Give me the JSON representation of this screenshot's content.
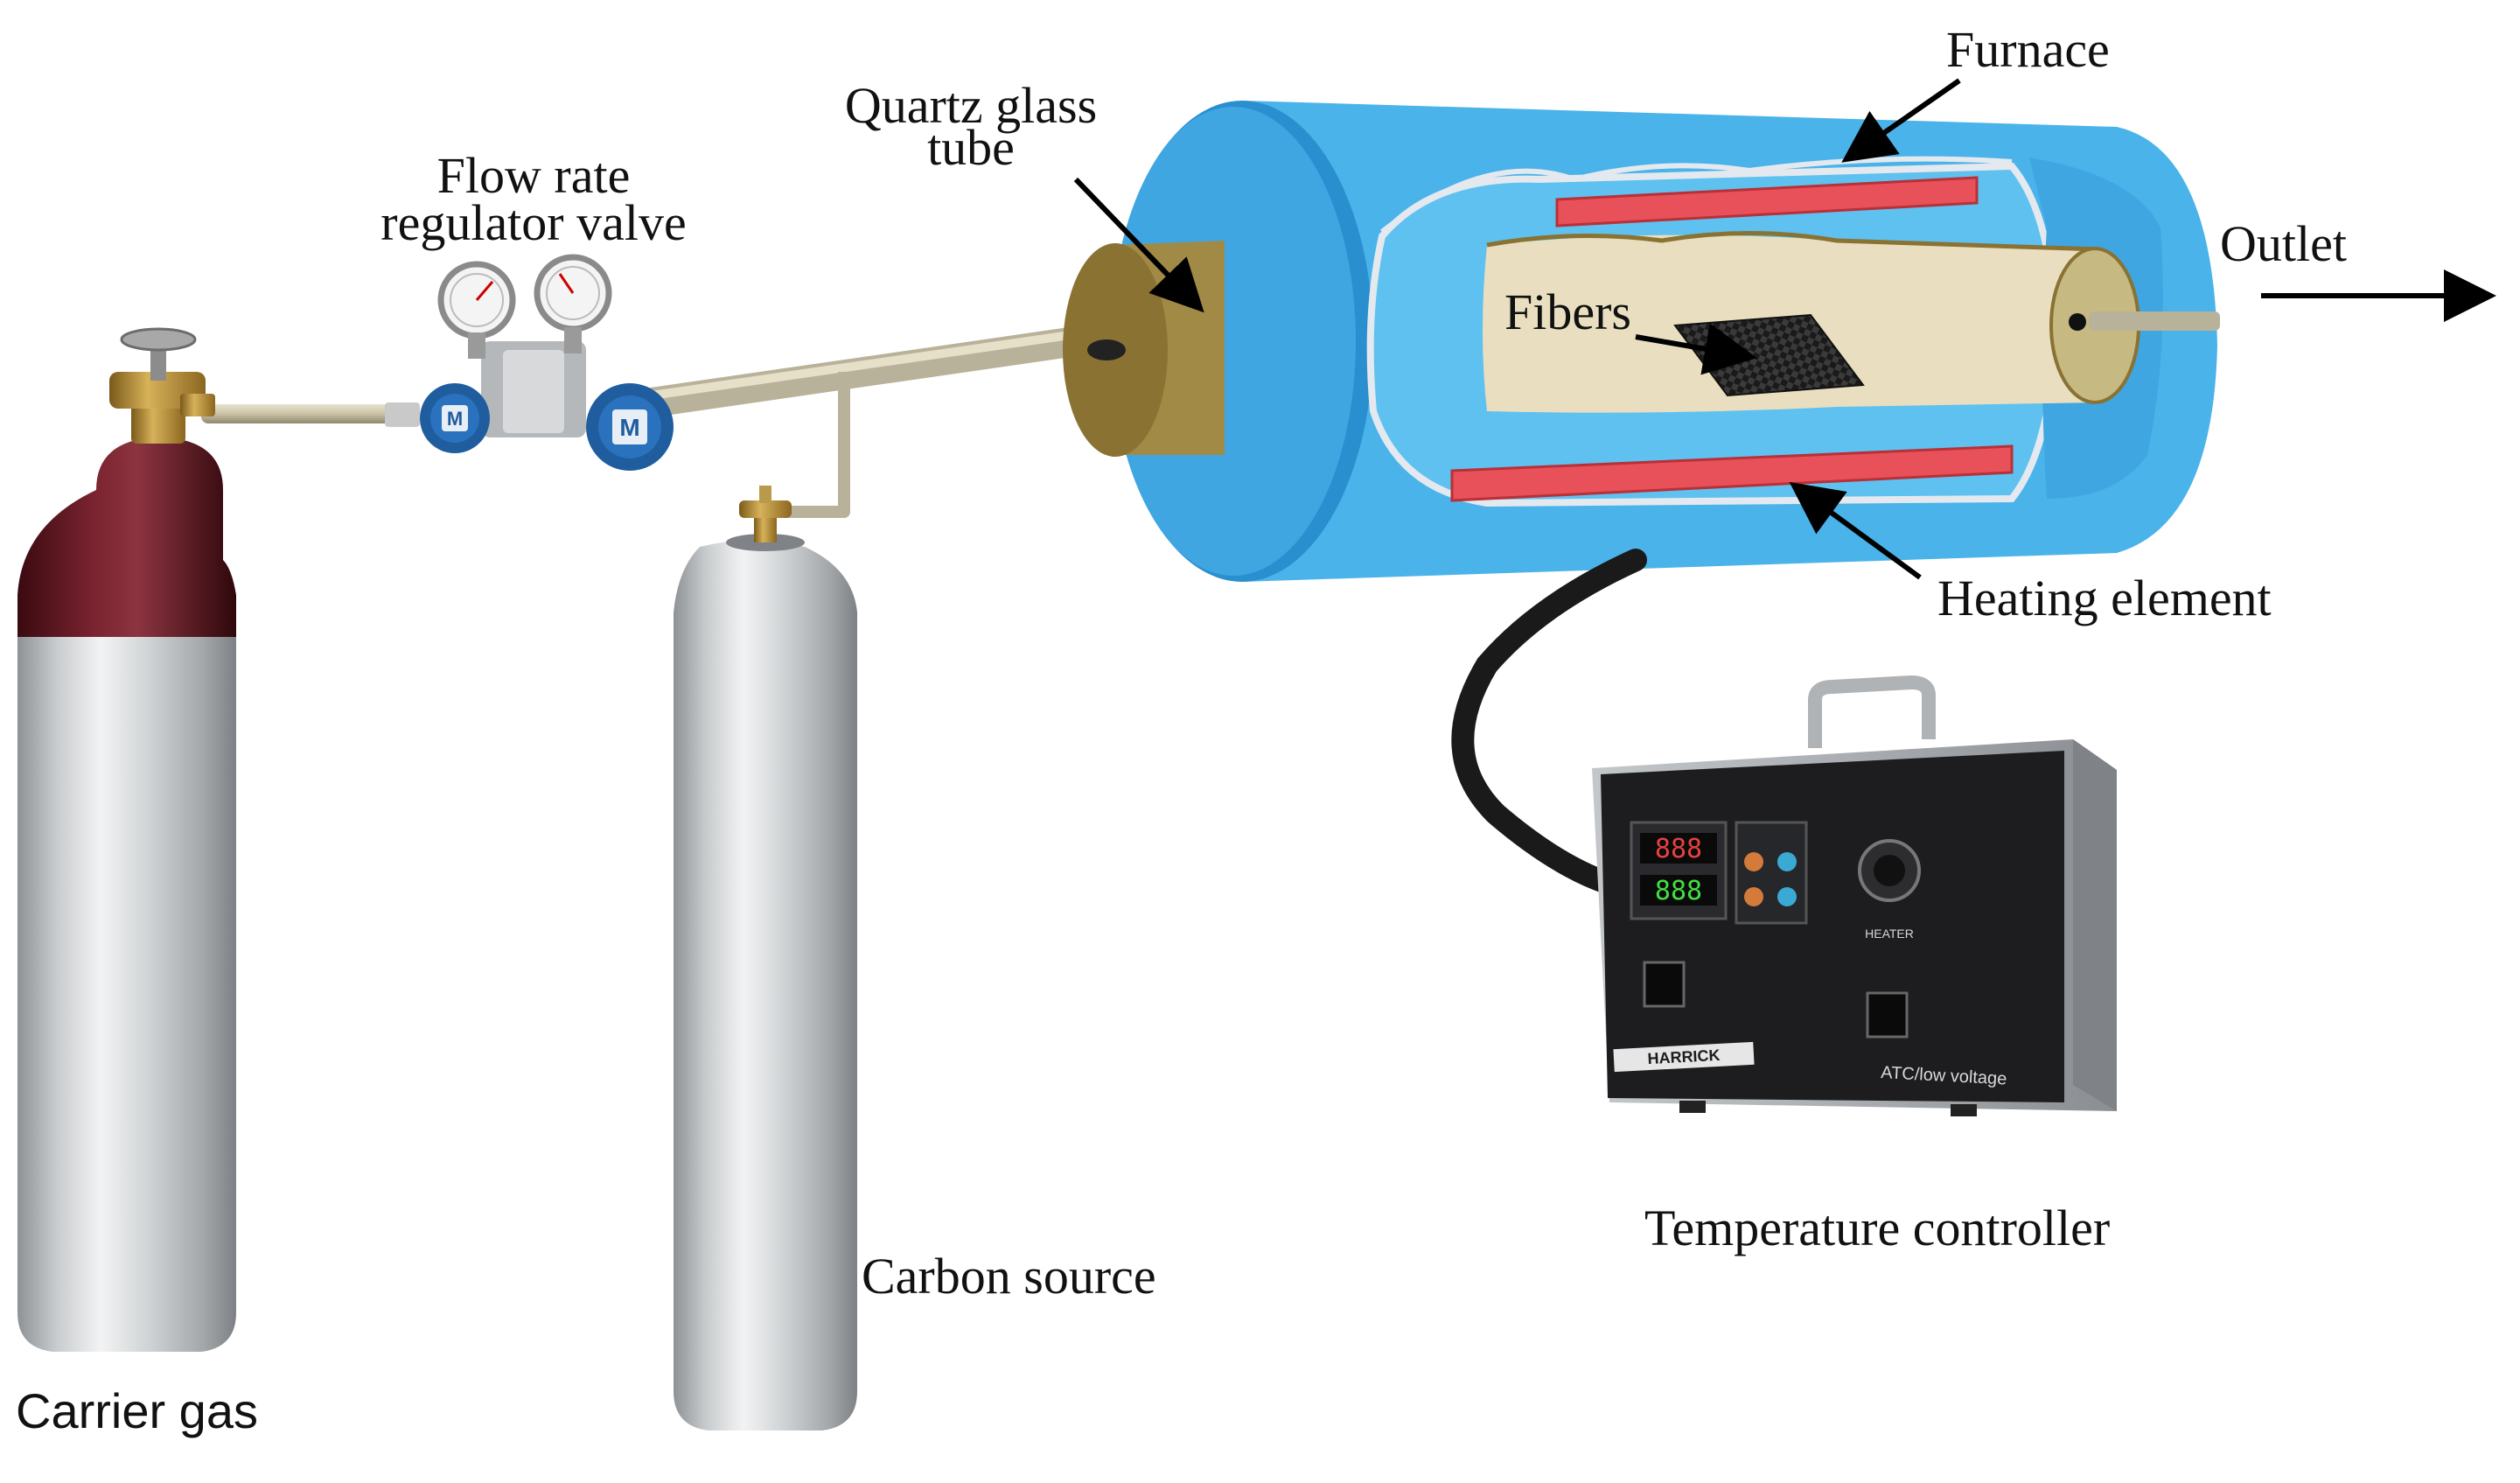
{
  "labels": {
    "furnace": "Furnace",
    "quartz_line1": "Quartz glass",
    "quartz_line2": "tube",
    "flow_line1": "Flow rate",
    "flow_line2": "regulator valve",
    "outlet": "Outlet",
    "fibers": "Fibers",
    "heating_element": "Heating element",
    "temperature_controller": "Temperature controller",
    "carbon_source": "Carbon source",
    "carrier_gas": "Carrier gas"
  },
  "controller": {
    "brand": "HARRICK",
    "model": "ATC/low voltage",
    "heater": "HEATER"
  },
  "colors": {
    "furnace_blue": "#4ab3ea",
    "furnace_dark_blue": "#2a8fcf",
    "heating_element_red": "#e8505a",
    "tube_beige": "#e9dfc0",
    "tube_end_brown": "#8a7233",
    "carrier_gas_cap": "#6a1a22",
    "cylinder_silver": "#c8cbcd",
    "valve_blue": "#1f5d9e",
    "controller_body": "#9a9ea2"
  }
}
